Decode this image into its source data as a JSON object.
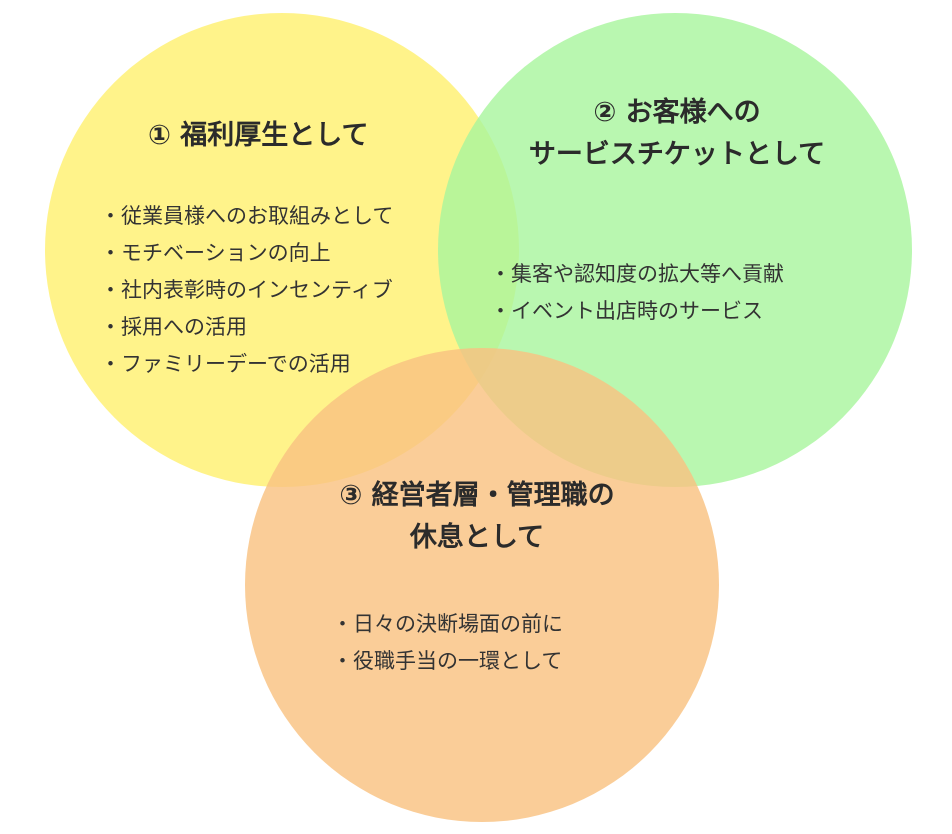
{
  "colors": {
    "circle_yellow": "#fff176",
    "circle_green": "#a8f59c",
    "circle_orange": "#f9c281",
    "text": "#333333"
  },
  "circles": [
    {
      "heading": [
        "① 福利厚生として"
      ],
      "items": [
        "・従業員様へのお取組みとして",
        "・モチベーションの向上",
        "・社内表彰時のインセンティブ",
        "・採用への活用",
        "・ファミリーデーでの活用"
      ]
    },
    {
      "heading": [
        "② お客様への",
        "サービスチケットとして"
      ],
      "items": [
        "・集客や認知度の拡大等へ貢献",
        "・イベント出店時のサービス"
      ]
    },
    {
      "heading": [
        "③ 経営者層・管理職の",
        "休息として"
      ],
      "items": [
        "・日々の決断場面の前に",
        "・役職手当の一環として"
      ]
    }
  ]
}
